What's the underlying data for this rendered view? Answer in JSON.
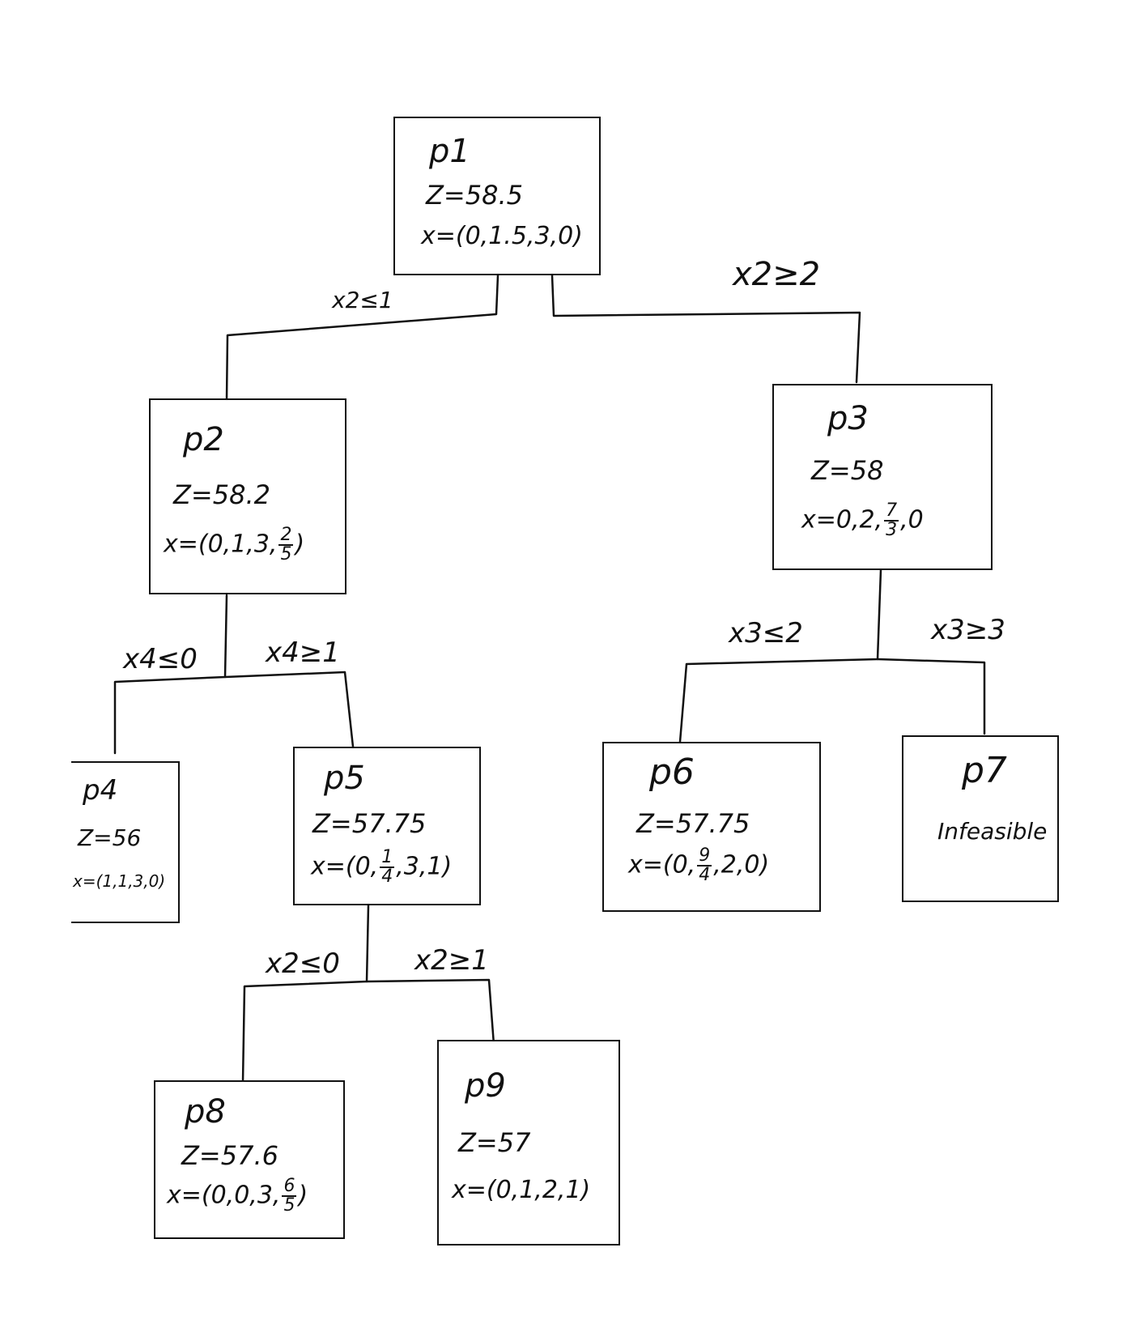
{
  "nodes": {
    "p1": {
      "title": "p1",
      "z": "Z=58.5",
      "x": "x=(0,1.5,3,0)"
    },
    "p2": {
      "title": "p2",
      "z": "Z=58.2",
      "x_prefix": "x=(0,1,3,",
      "x_frac_num": "2",
      "x_frac_den": "5",
      "x_suffix": ")"
    },
    "p3": {
      "title": "p3",
      "z": "Z=58",
      "x_prefix": "x=0,2,",
      "x_frac_num": "7",
      "x_frac_den": "3",
      "x_suffix": ",0"
    },
    "p4": {
      "title": "p4",
      "z": "Z=56",
      "x": "x=(1,1,3,0)"
    },
    "p5": {
      "title": "p5",
      "z": "Z=57.75",
      "x_prefix": "x=(0,",
      "x_frac_num": "1",
      "x_frac_den": "4",
      "x_suffix": ",3,1)"
    },
    "p6": {
      "title": "p6",
      "z": "Z=57.75",
      "x_prefix": "x=(0,",
      "x_frac_num": "9",
      "x_frac_den": "4",
      "x_suffix": ",2,0)"
    },
    "p7": {
      "title": "p7",
      "status": "Infeasible"
    },
    "p8": {
      "title": "p8",
      "z": "Z=57.6",
      "x_prefix": "x=(0,0,3,",
      "x_frac_num": "6",
      "x_frac_den": "5",
      "x_suffix": ")"
    },
    "p9": {
      "title": "p9",
      "z": "Z=57",
      "x": "x=(0,1,2,1)"
    }
  },
  "branches": {
    "p1_p2": "x2≤1",
    "p1_p3": "x2≥2",
    "p2_p4": "x4≤0",
    "p2_p5": "x4≥1",
    "p3_p6": "x3≤2",
    "p3_p7": "x3≥3",
    "p5_p8": "x2≤0",
    "p5_p9": "x2≥1"
  }
}
